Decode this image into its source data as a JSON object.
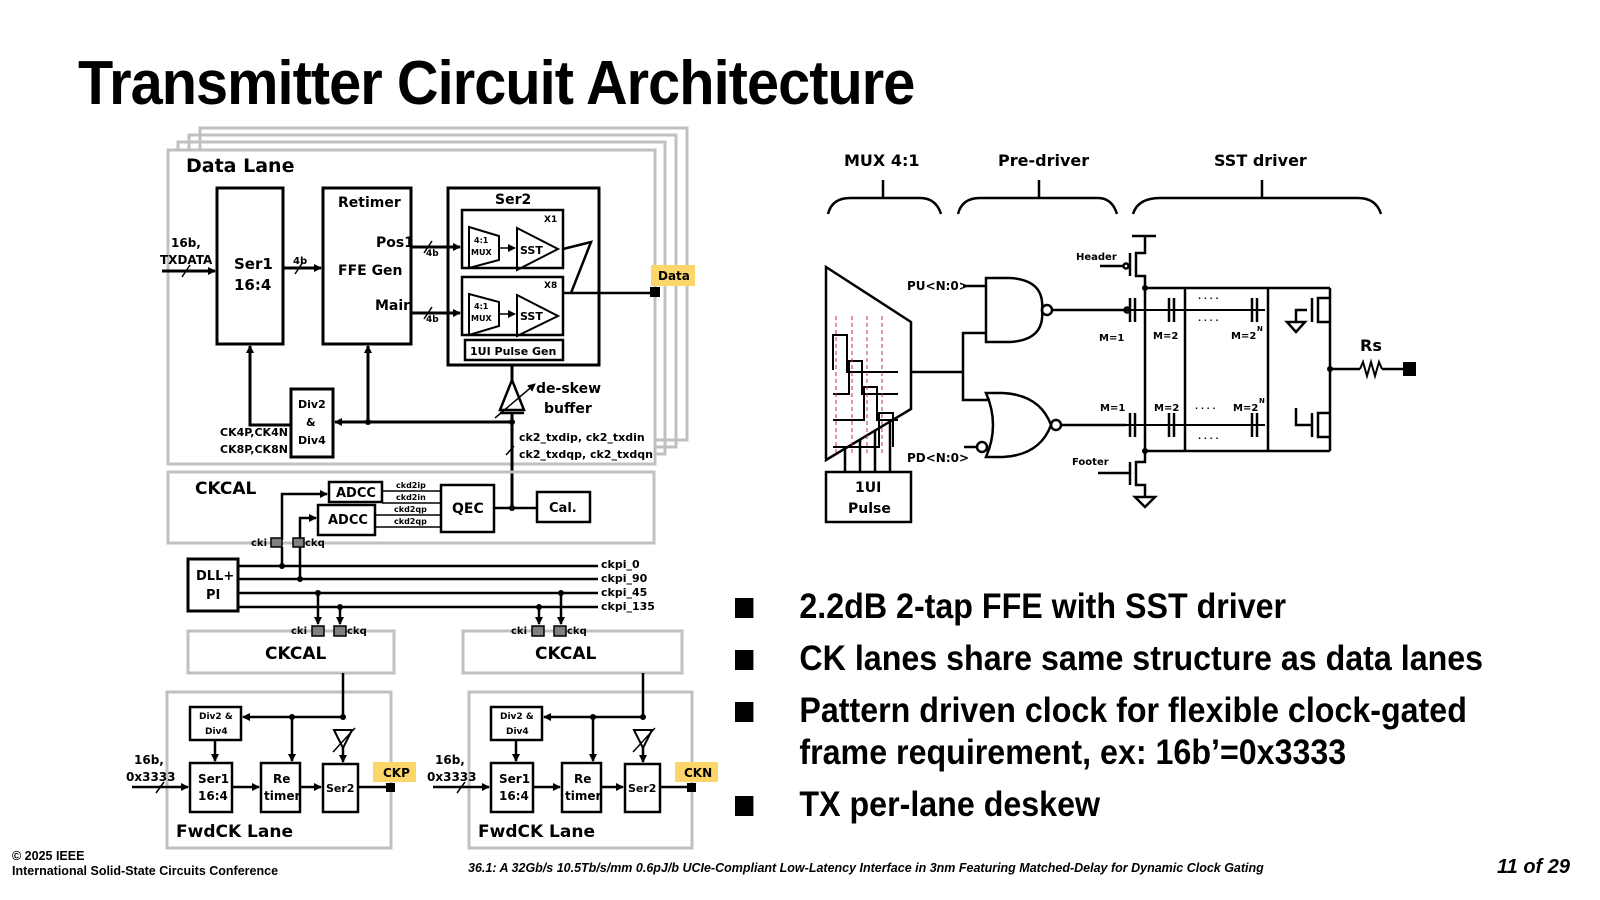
{
  "slide": {
    "title": "Transmitter Circuit Architecture",
    "page_number": "11 of 29"
  },
  "left_diagram": {
    "data_lane": {
      "title": "Data Lane",
      "input_label_1": "16b,",
      "input_label_2": "TXDATA",
      "ser1_line1": "Ser1",
      "ser1_line2": "16:4",
      "bus_4b": "4b",
      "retimer_title": "Retimer",
      "retimer_pos1": "Pos1",
      "retimer_ffe": "FFE Gen",
      "retimer_main": "Main",
      "ser2_title": "Ser2",
      "ser2_x1": "X1",
      "ser2_x8": "X8",
      "mux_line1": "4:1",
      "mux_line2": "MUX",
      "sst": "SST",
      "pulse_gen": "1UI Pulse Gen",
      "output_tag": "Data",
      "deskew_line1": "de-skew",
      "deskew_line2": "buffer",
      "div_line1": "Div2",
      "div_line2": "&",
      "div_line3": "Div4",
      "clk_labels_1": "CK4P,CK4N",
      "clk_labels_2": "CK8P,CK8N",
      "ck2_labels_1": "ck2_txdip, ck2_txdin",
      "ck2_labels_2": "ck2_txdqp, ck2_txdqn"
    },
    "ckcal_top": {
      "title": "CKCAL",
      "adcc": "ADCC",
      "signals": [
        "ckd2ip",
        "ckd2in",
        "ckd2qp",
        "ckd2qp"
      ],
      "qec": "QEC",
      "cal": "Cal.",
      "cki": "cki",
      "ckq": "ckq"
    },
    "dll": {
      "line1": "DLL+",
      "line2": "PI",
      "phases": [
        "ckpi_0",
        "ckpi_90",
        "ckpi_45",
        "ckpi_135"
      ]
    },
    "fwdck_lanes": [
      {
        "ckcal_title": "CKCAL",
        "cki": "cki",
        "ckq": "ckq",
        "div_line1": "Div2 &",
        "div_line2": "Div4",
        "input_1": "16b,",
        "input_2": "0x3333",
        "ser1_line1": "Ser1",
        "ser1_line2": "16:4",
        "retimer_line1": "Re",
        "retimer_line2": "timer",
        "ser2": "Ser2",
        "output_tag": "CKP",
        "lane_title": "FwdCK Lane"
      },
      {
        "ckcal_title": "CKCAL",
        "cki": "cki",
        "ckq": "ckq",
        "div_line1": "Div2 &",
        "div_line2": "Div4",
        "input_1": "16b,",
        "input_2": "0x3333",
        "ser1_line1": "Ser1",
        "ser1_line2": "16:4",
        "retimer_line1": "Re",
        "retimer_line2": "timer",
        "ser2": "Ser2",
        "output_tag": "CKN",
        "lane_title": "FwdCK Lane"
      }
    ]
  },
  "right_diagram": {
    "section_mux": "MUX 4:1",
    "section_predriver": "Pre-driver",
    "section_sst": "SST driver",
    "pu_label": "PU<N:0>",
    "pd_label": "PD<N:0>",
    "pulse_line1": "1UI",
    "pulse_line2": "Pulse",
    "header": "Header",
    "footer": "Footer",
    "m1": "M=1",
    "m2": "M=2",
    "m2n": "M=2",
    "m2n_sup": "N",
    "dots": "· · · ·",
    "rs": "Rs"
  },
  "bullets": [
    "2.2dB 2-tap FFE with SST driver",
    "CK lanes share same structure as data lanes",
    "Pattern driven clock for flexible clock-gated",
    "frame requirement, ex: 16b’=0x3333",
    "TX per-lane deskew"
  ],
  "footer": {
    "copyright": "© 2025 IEEE",
    "conference": "International Solid-State Circuits Conference",
    "paper": "36.1: A 32Gb/s 10.5Tb/s/mm 0.6pJ/b UCIe-Compliant Low-Latency Interface in 3nm Featuring Matched-Delay for Dynamic Clock Gating"
  },
  "colors": {
    "tag_fill": "#fcd669",
    "lane_border": "#c0c0c0",
    "pad_fill": "#808080",
    "waveform_dash": "#c03030"
  }
}
